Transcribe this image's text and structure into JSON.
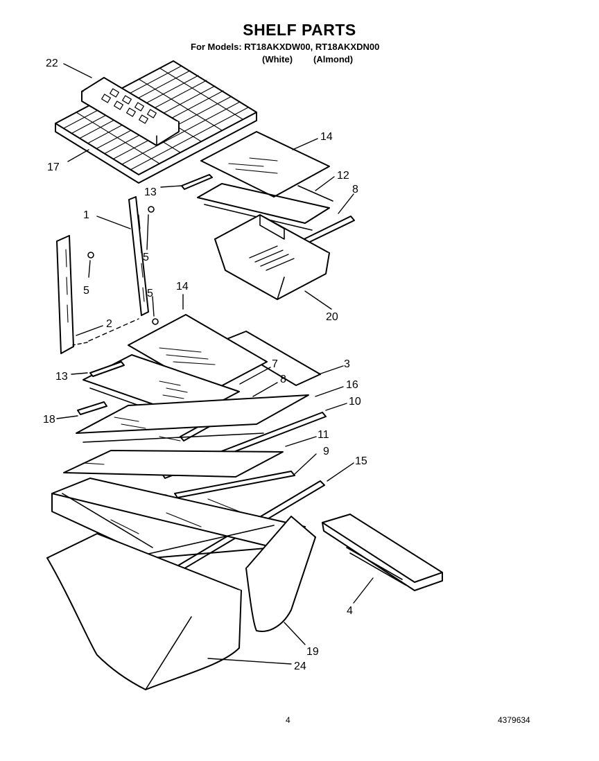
{
  "header": {
    "title": "SHELF PARTS",
    "models_line": "For Models: RT18AKXDW00, RT18AKXDN00",
    "variant_white": "(White)",
    "variant_almond": "(Almond)"
  },
  "footer": {
    "page_number": "4",
    "document_number": "4379634"
  },
  "callouts": [
    {
      "id": "c22",
      "text": "22"
    },
    {
      "id": "c17",
      "text": "17"
    },
    {
      "id": "c14a",
      "text": "14"
    },
    {
      "id": "c13a",
      "text": "13"
    },
    {
      "id": "c12",
      "text": "12"
    },
    {
      "id": "c8a",
      "text": "8"
    },
    {
      "id": "c1",
      "text": "1"
    },
    {
      "id": "c5a",
      "text": "5"
    },
    {
      "id": "c5b",
      "text": "5"
    },
    {
      "id": "c5c",
      "text": "5"
    },
    {
      "id": "c20",
      "text": "20"
    },
    {
      "id": "c14b",
      "text": "14"
    },
    {
      "id": "c2",
      "text": "2"
    },
    {
      "id": "c3",
      "text": "3"
    },
    {
      "id": "c7",
      "text": "7"
    },
    {
      "id": "c13b",
      "text": "13"
    },
    {
      "id": "c8b",
      "text": "8"
    },
    {
      "id": "c16",
      "text": "16"
    },
    {
      "id": "c10",
      "text": "10"
    },
    {
      "id": "c18",
      "text": "18"
    },
    {
      "id": "c11",
      "text": "11"
    },
    {
      "id": "c9",
      "text": "9"
    },
    {
      "id": "c15",
      "text": "15"
    },
    {
      "id": "c4",
      "text": "4"
    },
    {
      "id": "c19",
      "text": "19"
    },
    {
      "id": "c24",
      "text": "24"
    }
  ]
}
